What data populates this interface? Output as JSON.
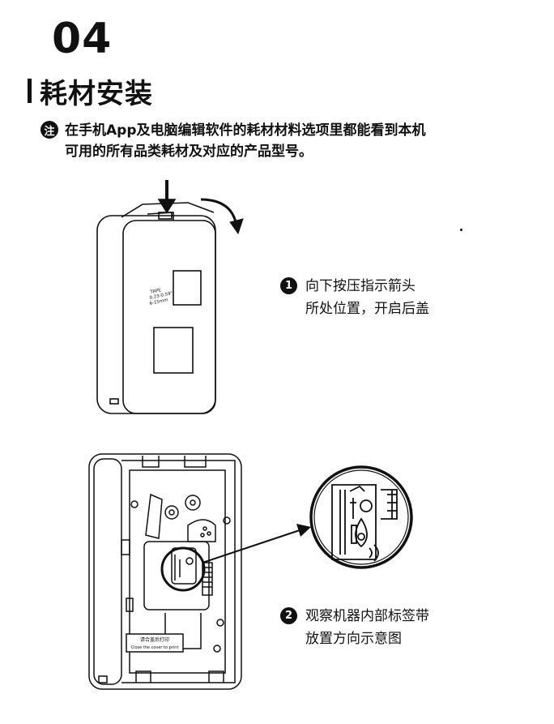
{
  "section": {
    "number": "04",
    "title": "耗材安装"
  },
  "note": {
    "badge": "注",
    "lines": [
      "在手机App及电脑编辑软件的耗材材料选项里都能看到本机",
      "可用的所有品类耗材及对应的产品型号。"
    ]
  },
  "step1": {
    "badge": "1",
    "lines": [
      "向下按压指示箭头",
      "所处位置，开启后盖"
    ]
  },
  "step2": {
    "badge": "2",
    "lines": [
      "观察机器内部标签带",
      "放置方向示意图"
    ]
  },
  "device_label": {
    "l1": "TAPE",
    "l2": "0.23-0.59\"",
    "l3": "6-15mm"
  },
  "inner_label": {
    "l1": "请合盖后打印",
    "l2": "Close the cover to print"
  }
}
